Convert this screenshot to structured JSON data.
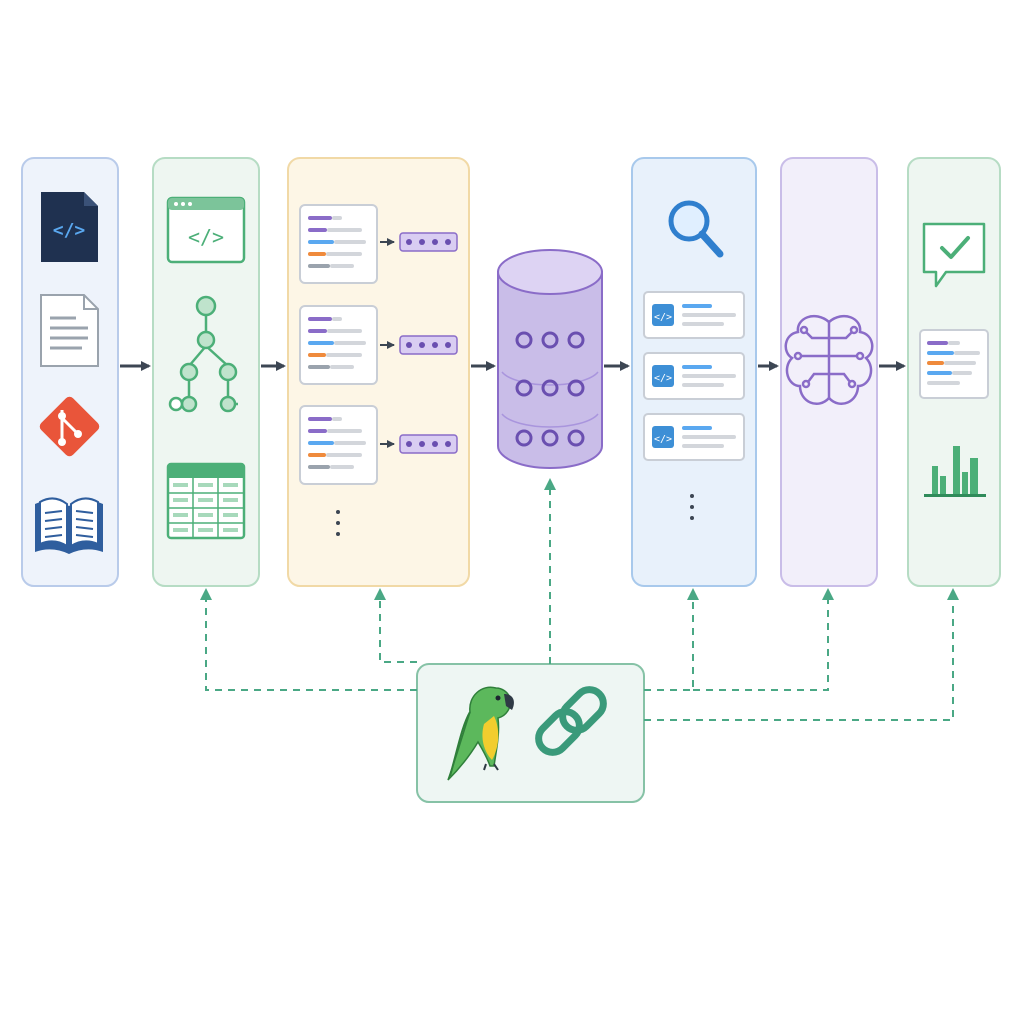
{
  "colors": {
    "background": "#ffffff",
    "sources_panel": {
      "fill": "#eef3fb",
      "stroke": "#b9cbea"
    },
    "parsing_panel": {
      "fill": "#eef6f1",
      "stroke": "#b6dcc4"
    },
    "embedding_panel": {
      "fill": "#fdf6e6",
      "stroke": "#f1d9a6"
    },
    "retrieval_panel": {
      "fill": "#e8f1fb",
      "stroke": "#a8c9ec"
    },
    "llm_panel": {
      "fill": "#f2effa",
      "stroke": "#c9bde8"
    },
    "output_panel": {
      "fill": "#eef6f1",
      "stroke": "#b6dcc4"
    },
    "orchestrator_panel": {
      "fill": "#eef6f3",
      "stroke": "#86c2a6"
    },
    "flow_arrow": "#3c4653",
    "dashed_connector": "#4aa885",
    "green_accent": "#4caf78",
    "purple_accent": "#8a6cc8",
    "blue_accent": "#3d8fd6",
    "orange_accent": "#ef8a3c",
    "git_red": "#e9553a",
    "code_file_dark": "#1f3150",
    "book_blue": "#2f5e9e"
  },
  "stages": [
    {
      "id": "sources",
      "icons": [
        "code-file-icon",
        "text-document-icon",
        "git-icon",
        "open-book-icon"
      ]
    },
    {
      "id": "parsing",
      "icons": [
        "code-window-icon",
        "syntax-tree-icon",
        "table-icon"
      ]
    },
    {
      "id": "chunking-embedding",
      "icons": [
        "code-chunk-card-icon",
        "embedding-vector-icon",
        "ellipsis-icon"
      ]
    },
    {
      "id": "vector-store",
      "icons": [
        "database-cylinder-icon"
      ]
    },
    {
      "id": "retrieval",
      "icons": [
        "magnifier-icon",
        "retrieved-snippet-icon",
        "ellipsis-icon"
      ]
    },
    {
      "id": "llm",
      "icons": [
        "brain-circuit-icon"
      ]
    },
    {
      "id": "output",
      "icons": [
        "chat-check-icon",
        "generated-code-card-icon",
        "bar-chart-icon"
      ]
    }
  ],
  "orchestrator": {
    "icons": [
      "parrot-icon",
      "chain-link-icon"
    ]
  }
}
